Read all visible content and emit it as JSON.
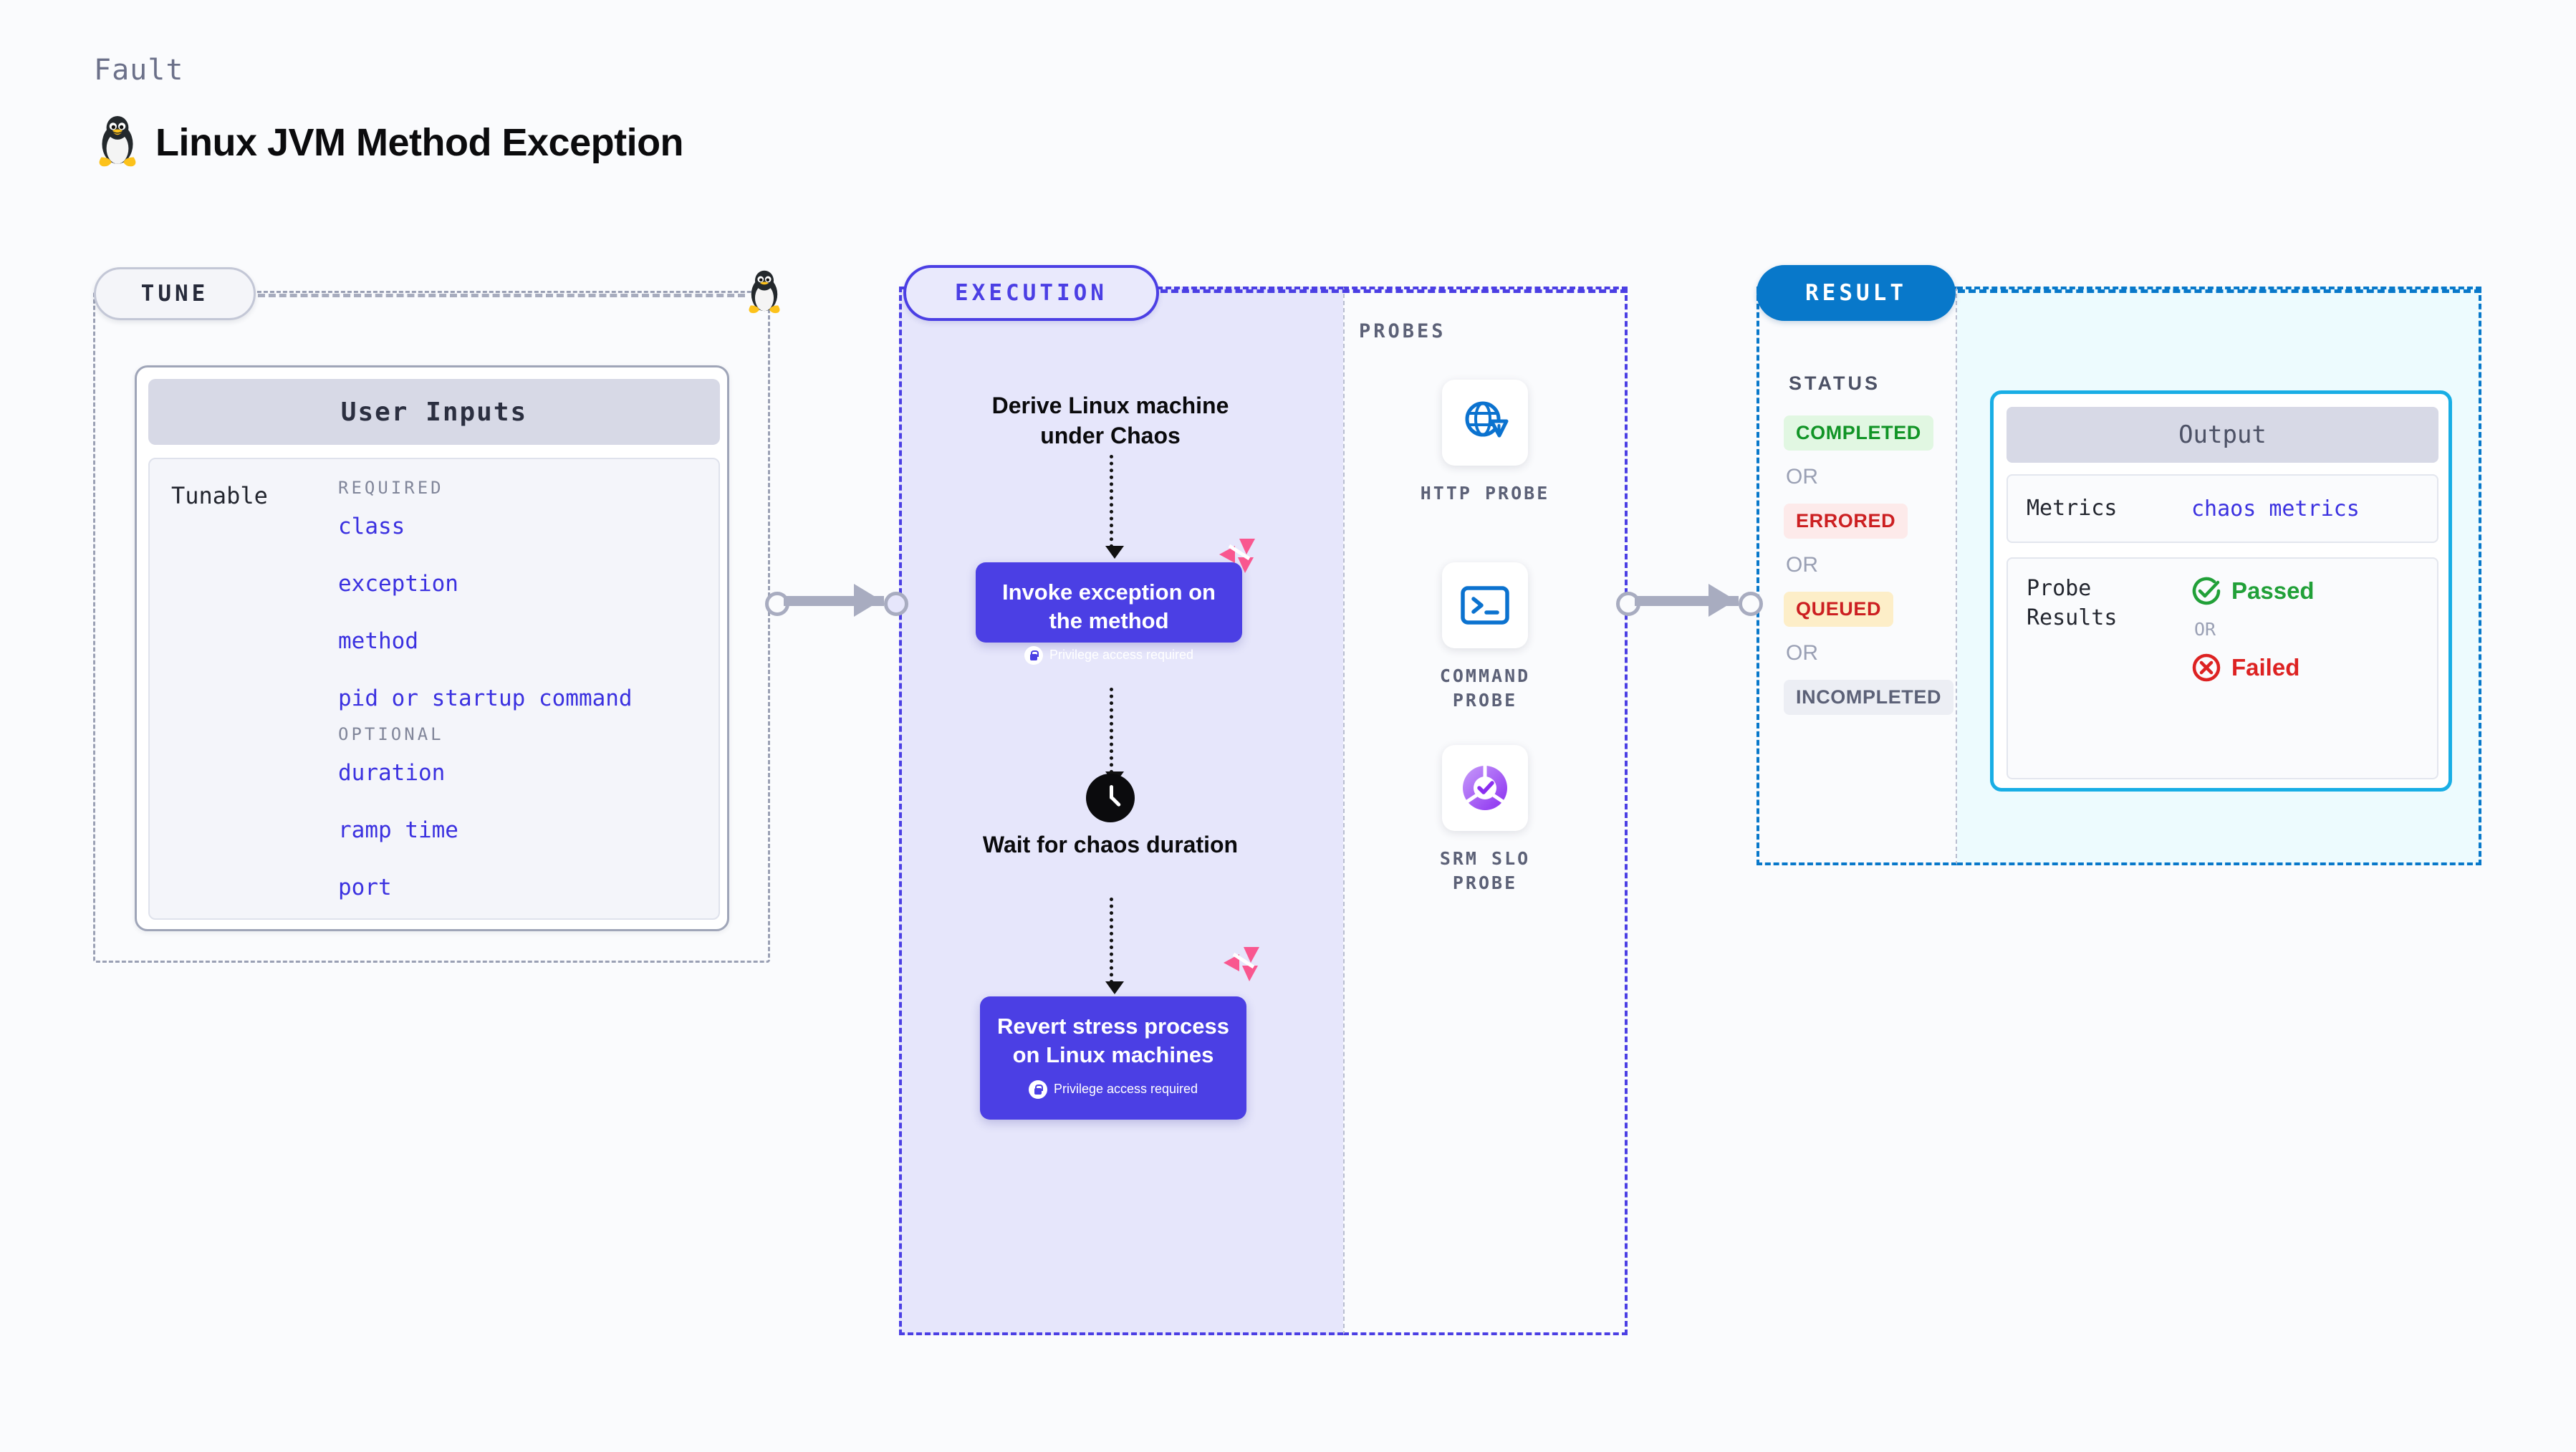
{
  "header": {
    "eyebrow": "Fault",
    "title": "Linux JVM Method Exception",
    "icon": "linux-penguin-icon"
  },
  "tune": {
    "pill_label": "TUNE",
    "card_title": "User Inputs",
    "tunable_label": "Tunable",
    "groups": [
      {
        "title": "REQUIRED",
        "items": [
          "class",
          "exception",
          "method",
          "pid or startup command"
        ]
      },
      {
        "title": "OPTIONAL",
        "items": [
          "duration",
          "ramp time",
          "port"
        ]
      }
    ]
  },
  "execution": {
    "pill_label": "EXECUTION",
    "steps": [
      {
        "type": "text",
        "label": "Derive Linux machine under Chaos"
      },
      {
        "type": "action",
        "label": "Invoke exception on the method",
        "note": "Privilege access required"
      },
      {
        "type": "text",
        "label": "Wait for chaos duration",
        "icon": "clock-icon"
      },
      {
        "type": "action",
        "label": "Revert stress process on Linux machines",
        "note": "Privilege access required"
      }
    ]
  },
  "probes": {
    "title": "PROBES",
    "items": [
      {
        "name": "HTTP PROBE",
        "icon": "globe-warning-icon"
      },
      {
        "name": "COMMAND PROBE",
        "icon": "terminal-icon"
      },
      {
        "name": "SRM SLO PROBE",
        "icon": "slo-donut-check-icon"
      }
    ]
  },
  "result": {
    "pill_label": "RESULT",
    "status_title": "STATUS",
    "or_label": "OR",
    "statuses": [
      {
        "label": "COMPLETED",
        "style": "b-completed"
      },
      {
        "label": "ERRORED",
        "style": "b-errored"
      },
      {
        "label": "QUEUED",
        "style": "b-queued"
      },
      {
        "label": "INCOMPLETED",
        "style": "b-incompleted"
      }
    ],
    "output": {
      "title": "Output",
      "metrics_key": "Metrics",
      "metrics_value": "chaos metrics",
      "probe_results_key": "Probe Results",
      "passed_label": "Passed",
      "failed_label": "Failed",
      "or_label": "OR"
    }
  },
  "colors": {
    "execution_accent": "#4b3fe4",
    "result_accent": "#0878ca",
    "output_border": "#19aee5",
    "tune_accent": "#9aa0b4",
    "link": "#3b31e0",
    "passed": "#21a038",
    "failed": "#dd2222",
    "harness_mark": "#f9578f"
  }
}
